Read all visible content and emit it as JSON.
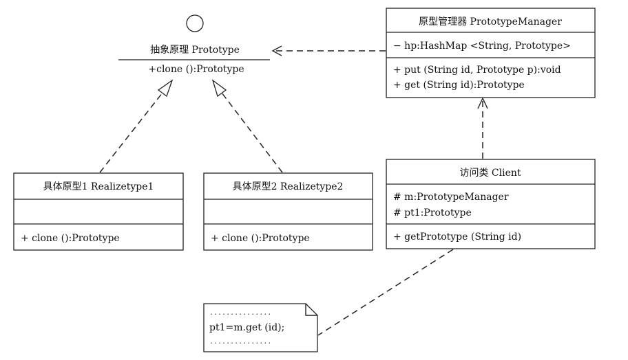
{
  "prototype": {
    "name": "抽象原理 Prototype",
    "op": "+clone ():Prototype"
  },
  "manager": {
    "name": "原型管理器 PrototypeManager",
    "attr": "− hp:HashMap <String, Prototype>",
    "ops": [
      "+ put (String id, Prototype p):void",
      "+ get (String id):Prototype"
    ]
  },
  "concrete1": {
    "name": "具体原型1 Realizetype1",
    "op": "+ clone ():Prototype"
  },
  "concrete2": {
    "name": "具体原型2 Realizetype2",
    "op": "+ clone ():Prototype"
  },
  "client": {
    "name": "访问类 Client",
    "attrs": [
      "# m:PrototypeManager",
      "# pt1:Prototype"
    ],
    "op": "+ getPrototype (String id)"
  },
  "note": {
    "dots_top": "...............",
    "code": "pt1=m.get (id);",
    "dots_bottom": "..............."
  }
}
